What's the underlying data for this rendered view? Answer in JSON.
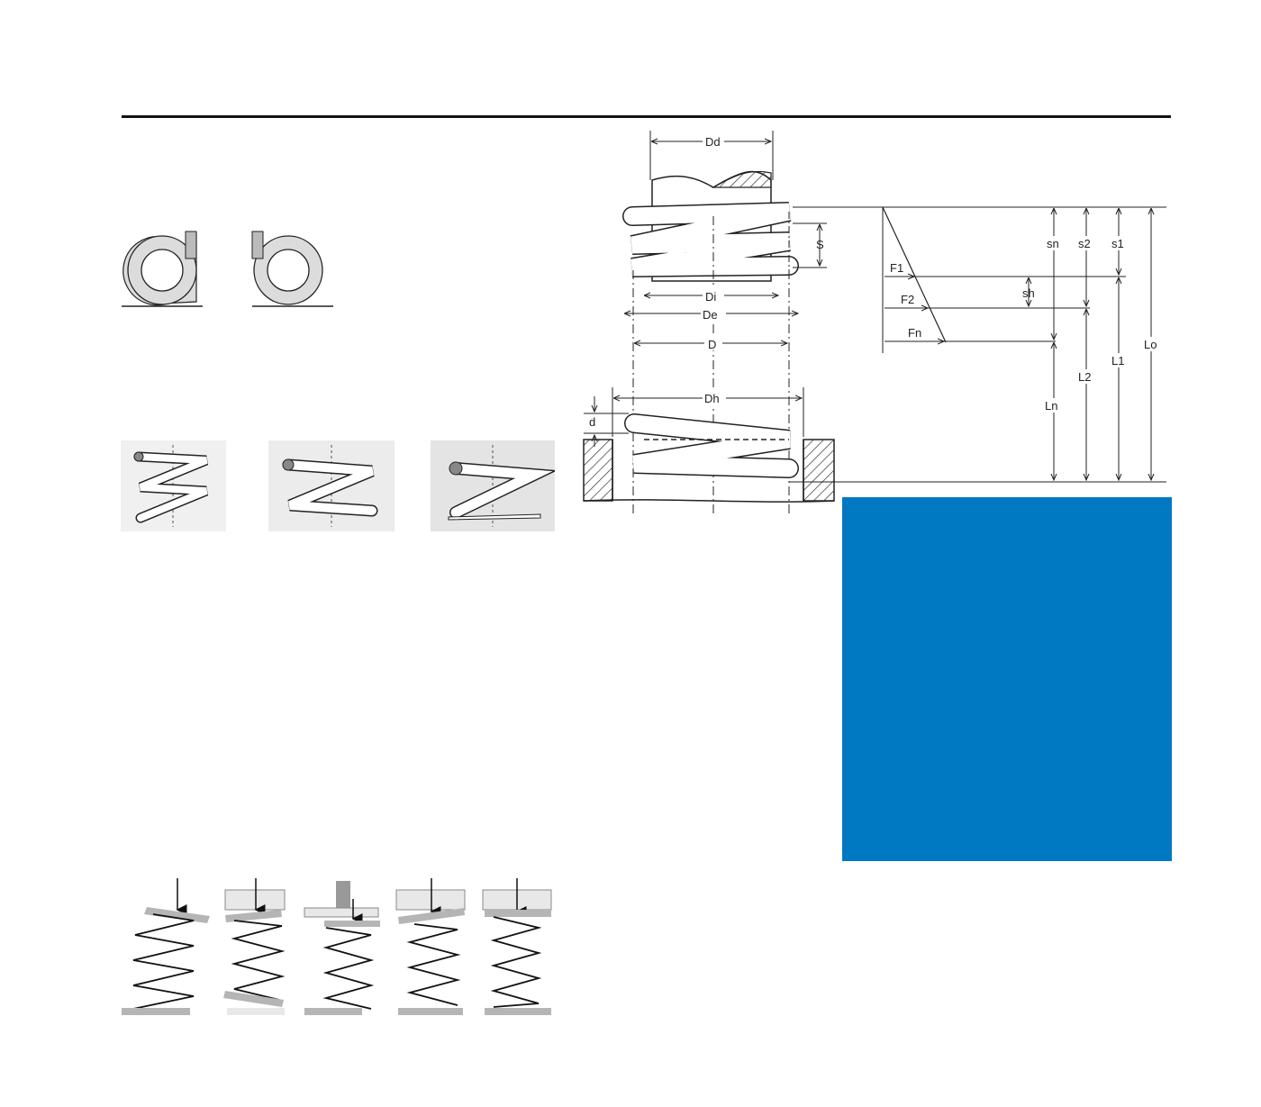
{
  "labels": {
    "Dd": "Dd",
    "S": "S",
    "Di": "Di",
    "De": "De",
    "D": "D",
    "Dh": "Dh",
    "d": "d",
    "F1": "F1",
    "F2": "F2",
    "Fn": "Fn",
    "sn": "sn",
    "s2": "s2",
    "s1": "s1",
    "sh": "sh",
    "Ln": "Ln",
    "L2": "L2",
    "L1": "L1",
    "Lo": "Lo"
  },
  "colors": {
    "accent_panel": "#0079c2",
    "line": "#222222",
    "wire_fill": "#ffffff",
    "plate_grey": "#b5b5b5",
    "panel_grey": "#ececec"
  }
}
